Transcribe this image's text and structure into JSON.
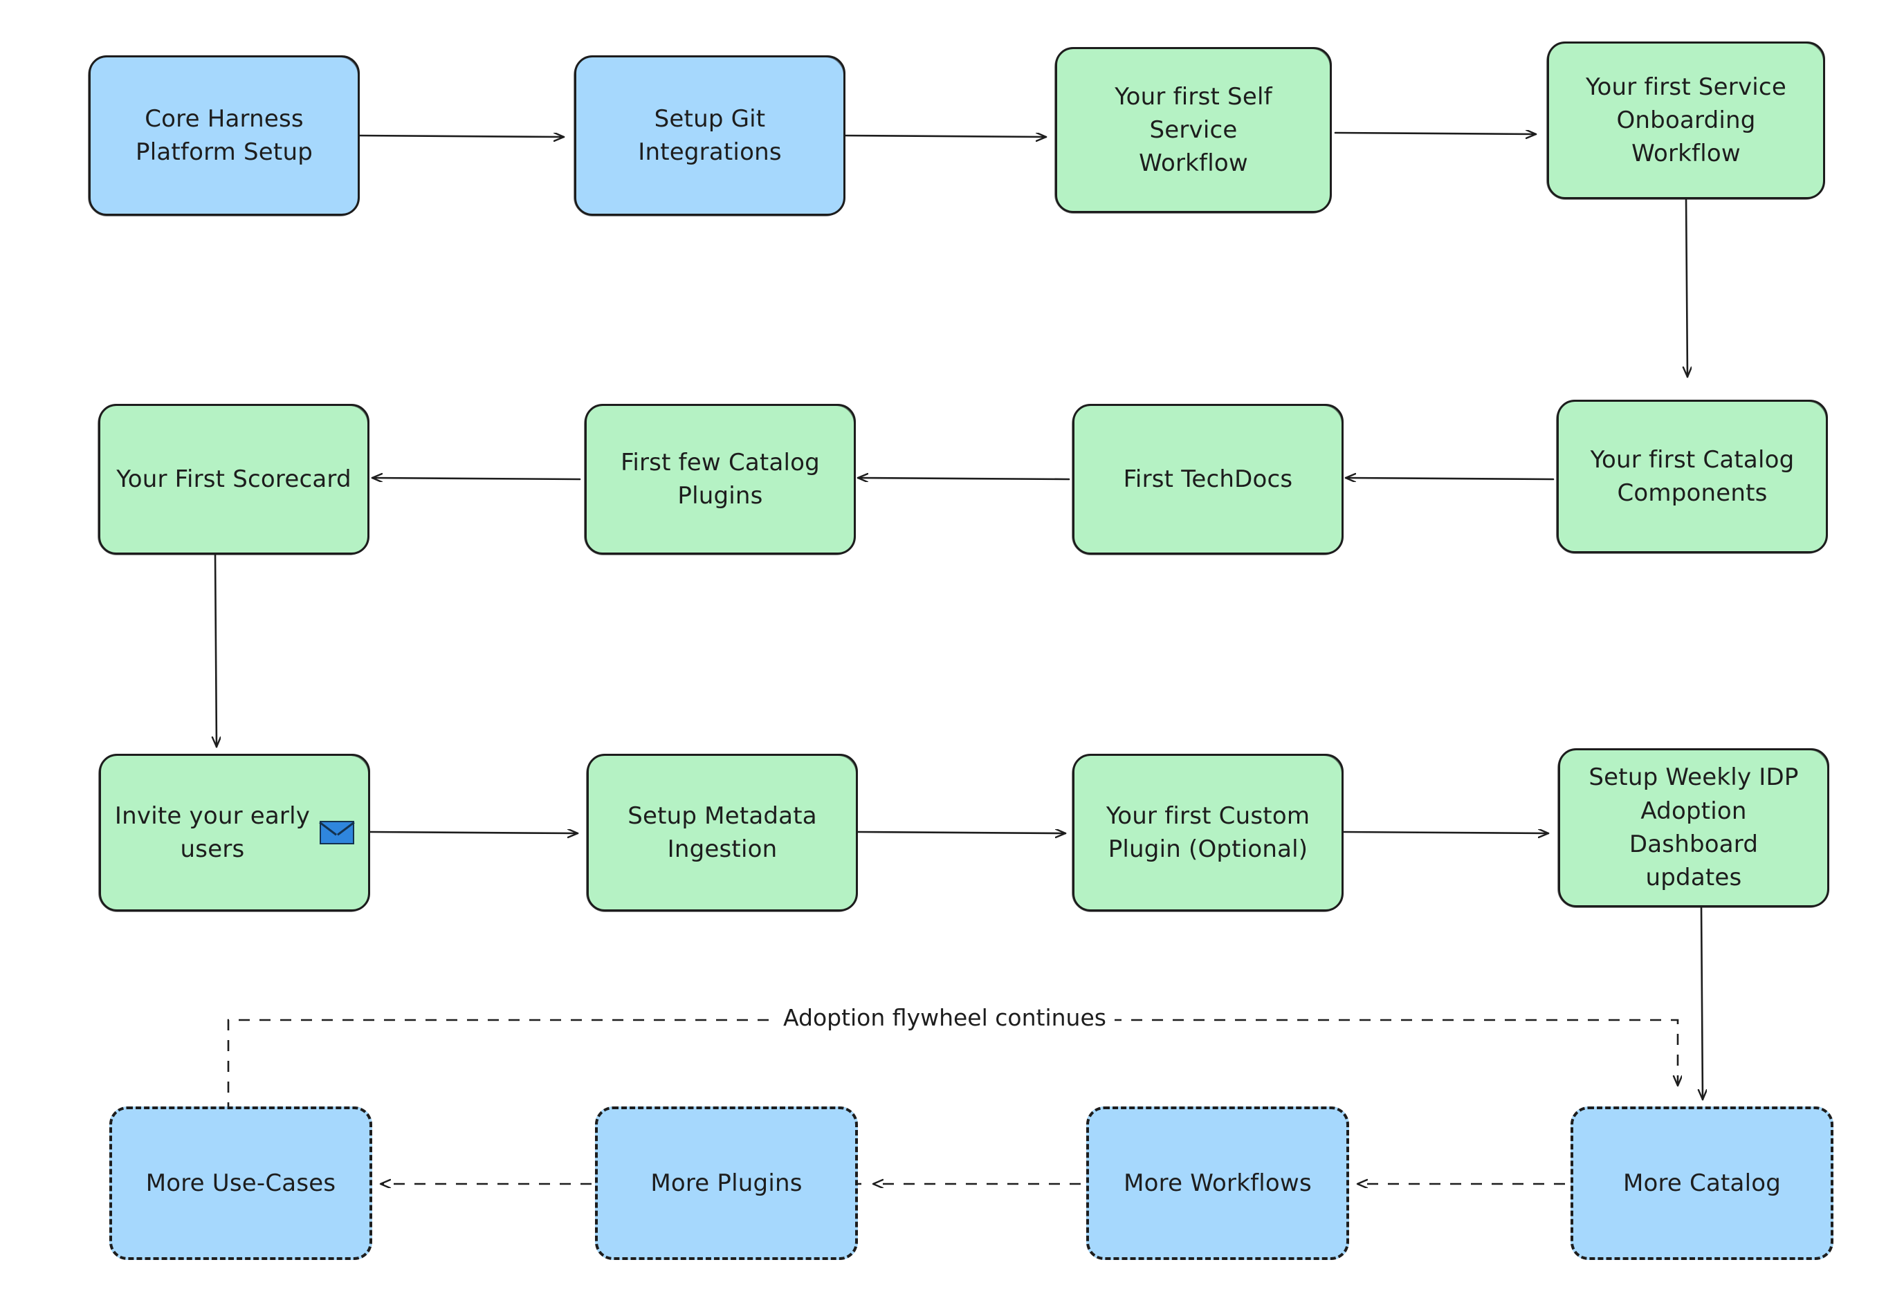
{
  "diagram": {
    "title": "Harness IDP adoption journey flowchart",
    "background": "#ffffff",
    "colors": {
      "blue_fill": "#a6d8fd",
      "green_fill": "#b5f2c4",
      "stroke": "#1d1d1d",
      "envelope_blue": "#2f86dd"
    },
    "nodes": [
      {
        "id": "core-harness-platform-setup",
        "label": "Core Harness\nPlatform Setup",
        "style": "blue",
        "border": "solid",
        "row": 1,
        "col": 1
      },
      {
        "id": "setup-git-integrations",
        "label": "Setup Git\nIntegrations",
        "style": "blue",
        "border": "solid",
        "row": 1,
        "col": 2
      },
      {
        "id": "your-first-self-service-workflow",
        "label": "Your first Self Service\nWorkflow",
        "style": "green",
        "border": "solid",
        "row": 1,
        "col": 3
      },
      {
        "id": "your-first-service-onboarding-workflow",
        "label": "Your first Service\nOnboarding\nWorkflow",
        "style": "green",
        "border": "solid",
        "row": 1,
        "col": 4
      },
      {
        "id": "your-first-scorecard",
        "label": "Your First Scorecard",
        "style": "green",
        "border": "solid",
        "row": 2,
        "col": 1
      },
      {
        "id": "first-few-catalog-plugins",
        "label": "First few Catalog\nPlugins",
        "style": "green",
        "border": "solid",
        "row": 2,
        "col": 2
      },
      {
        "id": "first-techdocs",
        "label": "First TechDocs",
        "style": "green",
        "border": "solid",
        "row": 2,
        "col": 3
      },
      {
        "id": "your-first-catalog-components",
        "label": "Your first Catalog\nComponents",
        "style": "green",
        "border": "solid",
        "row": 2,
        "col": 4
      },
      {
        "id": "invite-your-early-users",
        "label": "Invite your early\nusers",
        "style": "green",
        "border": "solid",
        "row": 3,
        "col": 1,
        "icon": "envelope-icon"
      },
      {
        "id": "setup-metadata-ingestion",
        "label": "Setup Metadata\nIngestion",
        "style": "green",
        "border": "solid",
        "row": 3,
        "col": 2
      },
      {
        "id": "your-first-custom-plugin",
        "label": "Your first Custom\nPlugin (Optional)",
        "style": "green",
        "border": "solid",
        "row": 3,
        "col": 3
      },
      {
        "id": "setup-weekly-idp-adoption-dashboard-updates",
        "label": "Setup Weekly IDP\nAdoption Dashboard\nupdates",
        "style": "green",
        "border": "solid",
        "row": 3,
        "col": 4
      },
      {
        "id": "more-use-cases",
        "label": "More Use-Cases",
        "style": "blue",
        "border": "dashed",
        "row": 4,
        "col": 1
      },
      {
        "id": "more-plugins",
        "label": "More Plugins",
        "style": "blue",
        "border": "dashed",
        "row": 4,
        "col": 2
      },
      {
        "id": "more-workflows",
        "label": "More Workflows",
        "style": "blue",
        "border": "dashed",
        "row": 4,
        "col": 3
      },
      {
        "id": "more-catalog",
        "label": "More Catalog",
        "style": "blue",
        "border": "dashed",
        "row": 4,
        "col": 4
      }
    ],
    "edges": [
      {
        "from": "core-harness-platform-setup",
        "to": "setup-git-integrations",
        "style": "solid",
        "direction": "right",
        "label": ""
      },
      {
        "from": "setup-git-integrations",
        "to": "your-first-self-service-workflow",
        "style": "solid",
        "direction": "right",
        "label": ""
      },
      {
        "from": "your-first-self-service-workflow",
        "to": "your-first-service-onboarding-workflow",
        "style": "solid",
        "direction": "right",
        "label": ""
      },
      {
        "from": "your-first-service-onboarding-workflow",
        "to": "your-first-catalog-components",
        "style": "solid",
        "direction": "down",
        "label": ""
      },
      {
        "from": "your-first-catalog-components",
        "to": "first-techdocs",
        "style": "solid",
        "direction": "left",
        "label": ""
      },
      {
        "from": "first-techdocs",
        "to": "first-few-catalog-plugins",
        "style": "solid",
        "direction": "left",
        "label": ""
      },
      {
        "from": "first-few-catalog-plugins",
        "to": "your-first-scorecard",
        "style": "solid",
        "direction": "left",
        "label": ""
      },
      {
        "from": "your-first-scorecard",
        "to": "invite-your-early-users",
        "style": "solid",
        "direction": "down",
        "label": ""
      },
      {
        "from": "invite-your-early-users",
        "to": "setup-metadata-ingestion",
        "style": "solid",
        "direction": "right",
        "label": ""
      },
      {
        "from": "setup-metadata-ingestion",
        "to": "your-first-custom-plugin",
        "style": "solid",
        "direction": "right",
        "label": ""
      },
      {
        "from": "your-first-custom-plugin",
        "to": "setup-weekly-idp-adoption-dashboard-updates",
        "style": "solid",
        "direction": "right",
        "label": ""
      },
      {
        "from": "setup-weekly-idp-adoption-dashboard-updates",
        "to": "more-catalog",
        "style": "solid",
        "direction": "down",
        "label": ""
      },
      {
        "from": "more-catalog",
        "to": "more-workflows",
        "style": "dashed",
        "direction": "left",
        "label": ""
      },
      {
        "from": "more-workflows",
        "to": "more-plugins",
        "style": "dashed",
        "direction": "left",
        "label": ""
      },
      {
        "from": "more-plugins",
        "to": "more-use-cases",
        "style": "dashed",
        "direction": "left",
        "label": ""
      },
      {
        "from": "more-use-cases",
        "to": "more-catalog",
        "style": "dashed",
        "direction": "loop",
        "label": "Adoption flywheel continues"
      }
    ],
    "edge_labels": {
      "flywheel": "Adoption flywheel continues"
    },
    "icons": {
      "envelope": "envelope-icon"
    }
  }
}
